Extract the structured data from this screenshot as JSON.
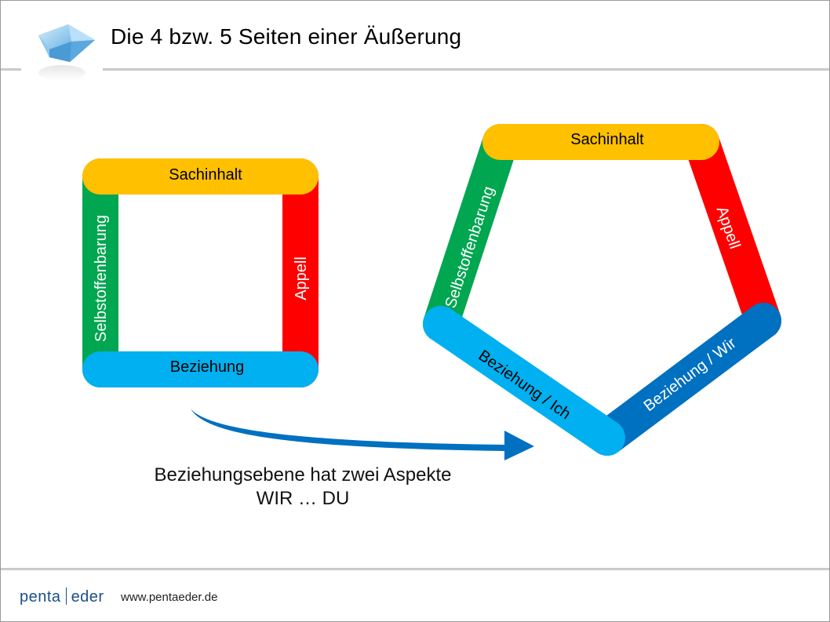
{
  "header": {
    "title": "Die 4 bzw. 5 Seiten einer Äußerung",
    "logo_icon": "blue-gem-icon"
  },
  "square_diagram": {
    "top": "Sachinhalt",
    "left": "Selbstoffenbarung",
    "right": "Appell",
    "bottom": "Beziehung"
  },
  "pentagon_diagram": {
    "top": "Sachinhalt",
    "left": "Selbstoffenbarung",
    "right": "Appell",
    "bottom_left": "Beziehung / Ich",
    "bottom_right": "Beziehung / Wir"
  },
  "caption": {
    "line1": "Beziehungsebene hat zwei Aspekte",
    "line2": "WIR … DU"
  },
  "footer": {
    "brand_left": "penta",
    "brand_right": "eder",
    "url": "www.pentaeder.de"
  },
  "colors": {
    "sachinhalt": "#FFC000",
    "appell": "#FF0000",
    "selbstoffenbarung": "#00A650",
    "beziehung": "#00B0F0",
    "beziehung_wir": "#0070C0",
    "arrow": "#0070C0",
    "brand": "#1A4F8A"
  }
}
